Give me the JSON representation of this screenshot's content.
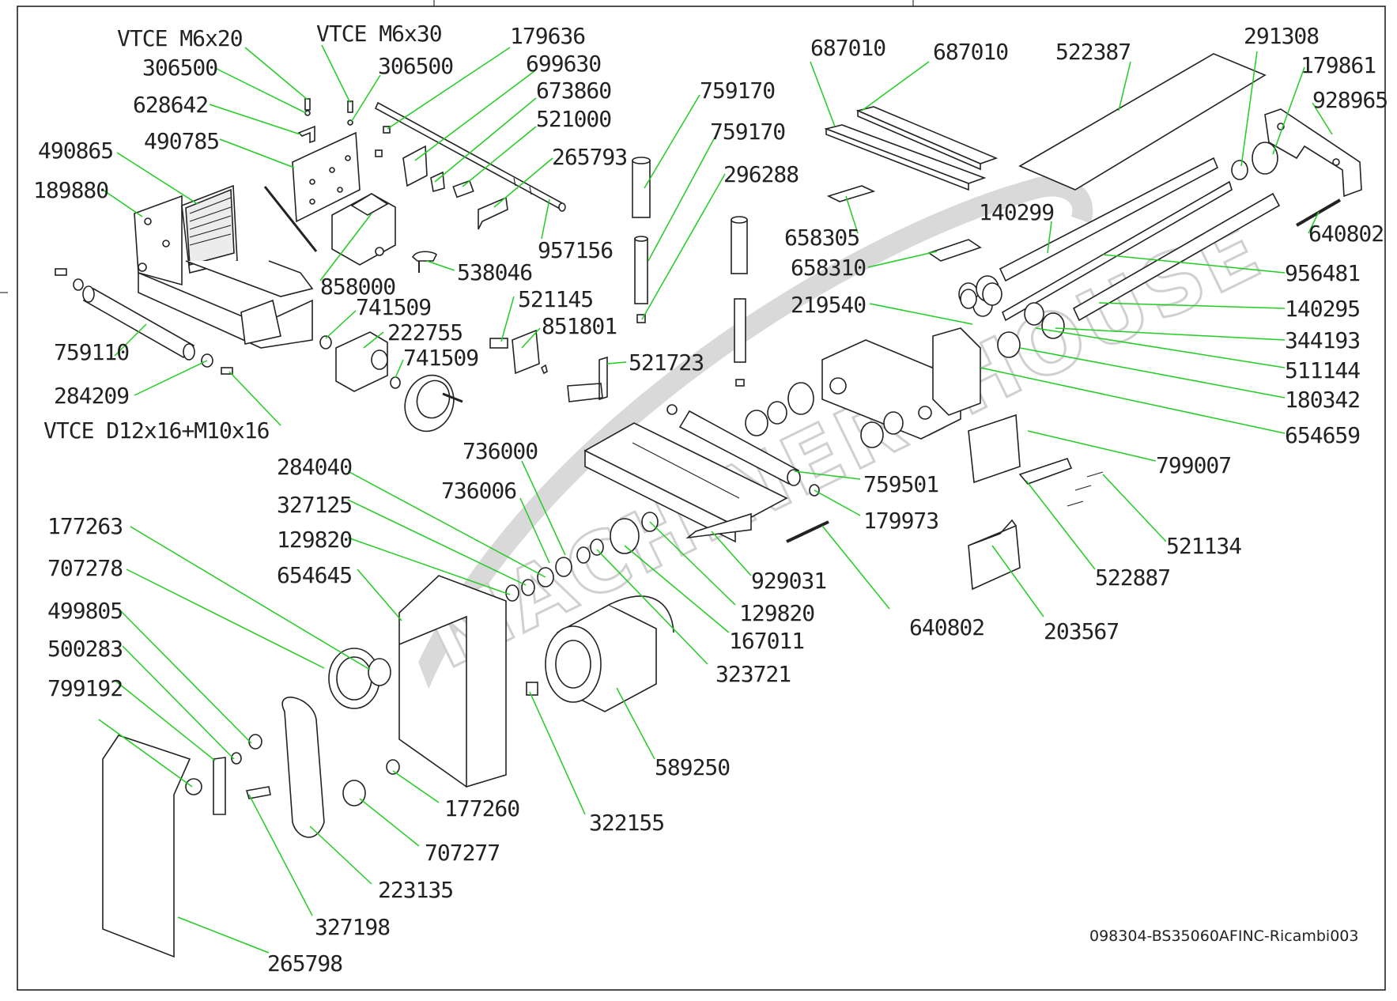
{
  "watermark": "MACHINERYHOUSE",
  "drawing_code": "098304-BS35060AFINC-Ricambi003",
  "labels": [
    {
      "id": "vtce-m6x20",
      "text": "VTCE M6x20"
    },
    {
      "id": "306500-a",
      "text": "306500"
    },
    {
      "id": "628642",
      "text": "628642"
    },
    {
      "id": "490785",
      "text": "490785"
    },
    {
      "id": "490865",
      "text": "490865"
    },
    {
      "id": "189880",
      "text": "189880"
    },
    {
      "id": "vtce-m6x30",
      "text": "VTCE M6x30"
    },
    {
      "id": "306500-b",
      "text": "306500"
    },
    {
      "id": "179636",
      "text": "179636"
    },
    {
      "id": "699630",
      "text": "699630"
    },
    {
      "id": "673860",
      "text": "673860"
    },
    {
      "id": "521000",
      "text": "521000"
    },
    {
      "id": "265793",
      "text": "265793"
    },
    {
      "id": "957156",
      "text": "957156"
    },
    {
      "id": "538046",
      "text": "538046"
    },
    {
      "id": "858000",
      "text": "858000"
    },
    {
      "id": "741509-a",
      "text": "741509"
    },
    {
      "id": "222755",
      "text": "222755"
    },
    {
      "id": "741509-b",
      "text": "741509"
    },
    {
      "id": "759110",
      "text": "759110"
    },
    {
      "id": "284209",
      "text": "284209"
    },
    {
      "id": "vtce-d12",
      "text": "VTCE D12x16+M10x16"
    },
    {
      "id": "759170-a",
      "text": "759170"
    },
    {
      "id": "759170-b",
      "text": "759170"
    },
    {
      "id": "296288",
      "text": "296288"
    },
    {
      "id": "521145",
      "text": "521145"
    },
    {
      "id": "851801",
      "text": "851801"
    },
    {
      "id": "521723",
      "text": "521723"
    },
    {
      "id": "687010-a",
      "text": "687010"
    },
    {
      "id": "687010-b",
      "text": "687010"
    },
    {
      "id": "658305",
      "text": "658305"
    },
    {
      "id": "658310",
      "text": "658310"
    },
    {
      "id": "522387",
      "text": "522387"
    },
    {
      "id": "291308",
      "text": "291308"
    },
    {
      "id": "179861",
      "text": "179861"
    },
    {
      "id": "928965",
      "text": "928965"
    },
    {
      "id": "140299",
      "text": "140299"
    },
    {
      "id": "640802-a",
      "text": "640802"
    },
    {
      "id": "956481",
      "text": "956481"
    },
    {
      "id": "219540",
      "text": "219540"
    },
    {
      "id": "140295",
      "text": "140295"
    },
    {
      "id": "344193",
      "text": "344193"
    },
    {
      "id": "511144",
      "text": "511144"
    },
    {
      "id": "180342",
      "text": "180342"
    },
    {
      "id": "654659",
      "text": "654659"
    },
    {
      "id": "799007",
      "text": "799007"
    },
    {
      "id": "521134",
      "text": "521134"
    },
    {
      "id": "522887",
      "text": "522887"
    },
    {
      "id": "203567",
      "text": "203567"
    },
    {
      "id": "759501",
      "text": "759501"
    },
    {
      "id": "179973",
      "text": "179973"
    },
    {
      "id": "640802-b",
      "text": "640802"
    },
    {
      "id": "929031",
      "text": "929031"
    },
    {
      "id": "284040",
      "text": "284040"
    },
    {
      "id": "327125",
      "text": "327125"
    },
    {
      "id": "129820-a",
      "text": "129820"
    },
    {
      "id": "654645",
      "text": "654645"
    },
    {
      "id": "736000",
      "text": "736000"
    },
    {
      "id": "736006",
      "text": "736006"
    },
    {
      "id": "129820-b",
      "text": "129820"
    },
    {
      "id": "167011",
      "text": "167011"
    },
    {
      "id": "323721",
      "text": "323721"
    },
    {
      "id": "177263",
      "text": "177263"
    },
    {
      "id": "707278",
      "text": "707278"
    },
    {
      "id": "499805",
      "text": "499805"
    },
    {
      "id": "500283",
      "text": "500283"
    },
    {
      "id": "799192",
      "text": "799192"
    },
    {
      "id": "589250",
      "text": "589250"
    },
    {
      "id": "177260",
      "text": "177260"
    },
    {
      "id": "322155",
      "text": "322155"
    },
    {
      "id": "707277",
      "text": "707277"
    },
    {
      "id": "223135",
      "text": "223135"
    },
    {
      "id": "327198",
      "text": "327198"
    },
    {
      "id": "265798",
      "text": "265798"
    }
  ],
  "colors": {
    "leader": "#22cc22",
    "ink": "#222222",
    "watermark": "#d9d9d9"
  }
}
